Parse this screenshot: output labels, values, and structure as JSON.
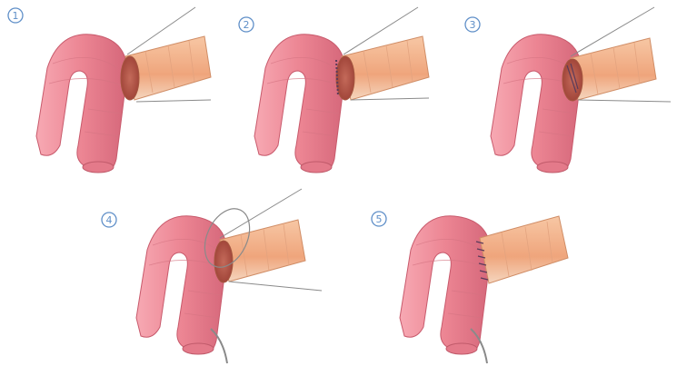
{
  "panels": [
    {
      "number": "1"
    },
    {
      "number": "2"
    },
    {
      "number": "3"
    },
    {
      "number": "4"
    },
    {
      "number": "5"
    }
  ],
  "colors": {
    "small_intestine": "#ef8e9a",
    "small_intestine_shade": "#d26777",
    "colon": "#f2b08a",
    "colon_shade": "#d98b5e",
    "number_circle": "#5f8fc8",
    "suture_line": "#8a8a8a"
  }
}
